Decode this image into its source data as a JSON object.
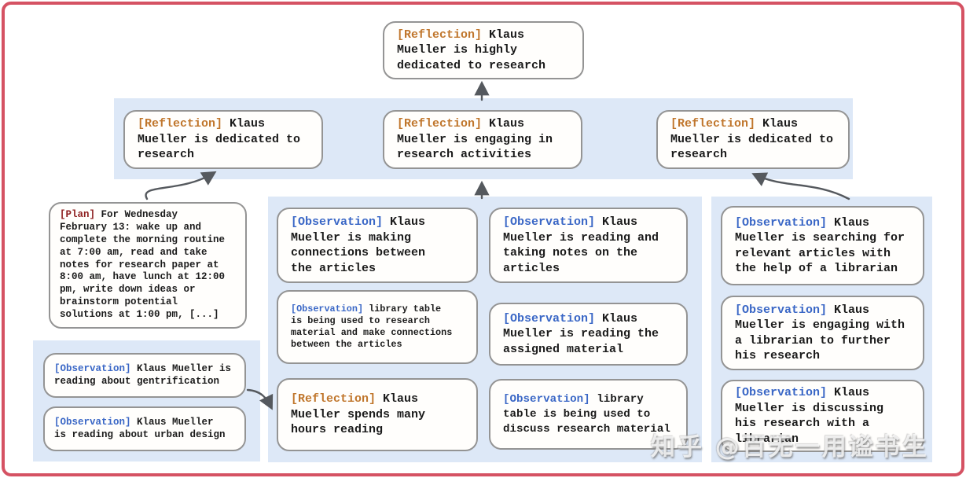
{
  "colors": {
    "frame_border": "#d55263",
    "band_background": "#dde8f7",
    "node_background": "#fffefc",
    "node_border": "#949494",
    "reflection_tag": "#c0762c",
    "observation_tag": "#3a67c6",
    "plan_tag": "#8e1f1f",
    "arrow": "#55595e",
    "text": "#1b1b1b"
  },
  "nodes": {
    "top_reflection": {
      "tag": "[Reflection]",
      "text": " Klaus\nMueller is highly\ndedicated to research"
    },
    "row1_left": {
      "tag": "[Reflection]",
      "text": " Klaus\nMueller is dedicated to\nresearch"
    },
    "row1_mid": {
      "tag": "[Reflection]",
      "text": " Klaus\nMueller is engaging in\nresearch activities"
    },
    "row1_right": {
      "tag": "[Reflection]",
      "text": " Klaus\nMueller is dedicated to\nresearch"
    },
    "plan": {
      "tag": "[Plan]",
      "text": " For Wednesday\nFebruary 13: wake up and\ncomplete the morning routine\nat 7:00 am, read and take\nnotes for research paper at\n8:00 am, have lunch at 12:00\npm, write down ideas or\nbrainstorm potential\nsolutions at 1:00 pm, [...]"
    },
    "obs_left_1": {
      "tag": "[Observation]",
      "text": " Klaus Mueller is\nreading about gentrification"
    },
    "obs_left_2": {
      "tag": "[Observation]",
      "text": " Klaus Mueller\nis reading about urban design"
    },
    "mid_a1": {
      "tag": "[Observation]",
      "text": " Klaus\nMueller is making\nconnections between\nthe articles"
    },
    "mid_a2": {
      "tag": "[Observation]",
      "text": " library table\nis being used to research\nmaterial and make connections\nbetween the articles"
    },
    "mid_a3": {
      "tag": "[Reflection]",
      "text": " Klaus\nMueller spends many\nhours reading"
    },
    "mid_b1": {
      "tag": "[Observation]",
      "text": " Klaus\nMueller is reading and\ntaking notes on the\narticles"
    },
    "mid_b2": {
      "tag": "[Observation]",
      "text": " Klaus\nMueller is reading the\nassigned material"
    },
    "mid_b3": {
      "tag": "[Observation]",
      "text": " library\ntable is being used to\ndiscuss research material"
    },
    "right_1": {
      "tag": "[Observation]",
      "text": " Klaus\nMueller is searching for\nrelevant articles with\nthe help of a librarian"
    },
    "right_2": {
      "tag": "[Observation]",
      "text": " Klaus\nMueller is engaging with\na librarian to further\nhis research"
    },
    "right_3": {
      "tag": "[Observation]",
      "text": " Klaus\nMueller is discussing\nhis research with a\nlibrarian"
    }
  },
  "watermark": {
    "text": "知乎 @百无一用谧书生"
  }
}
